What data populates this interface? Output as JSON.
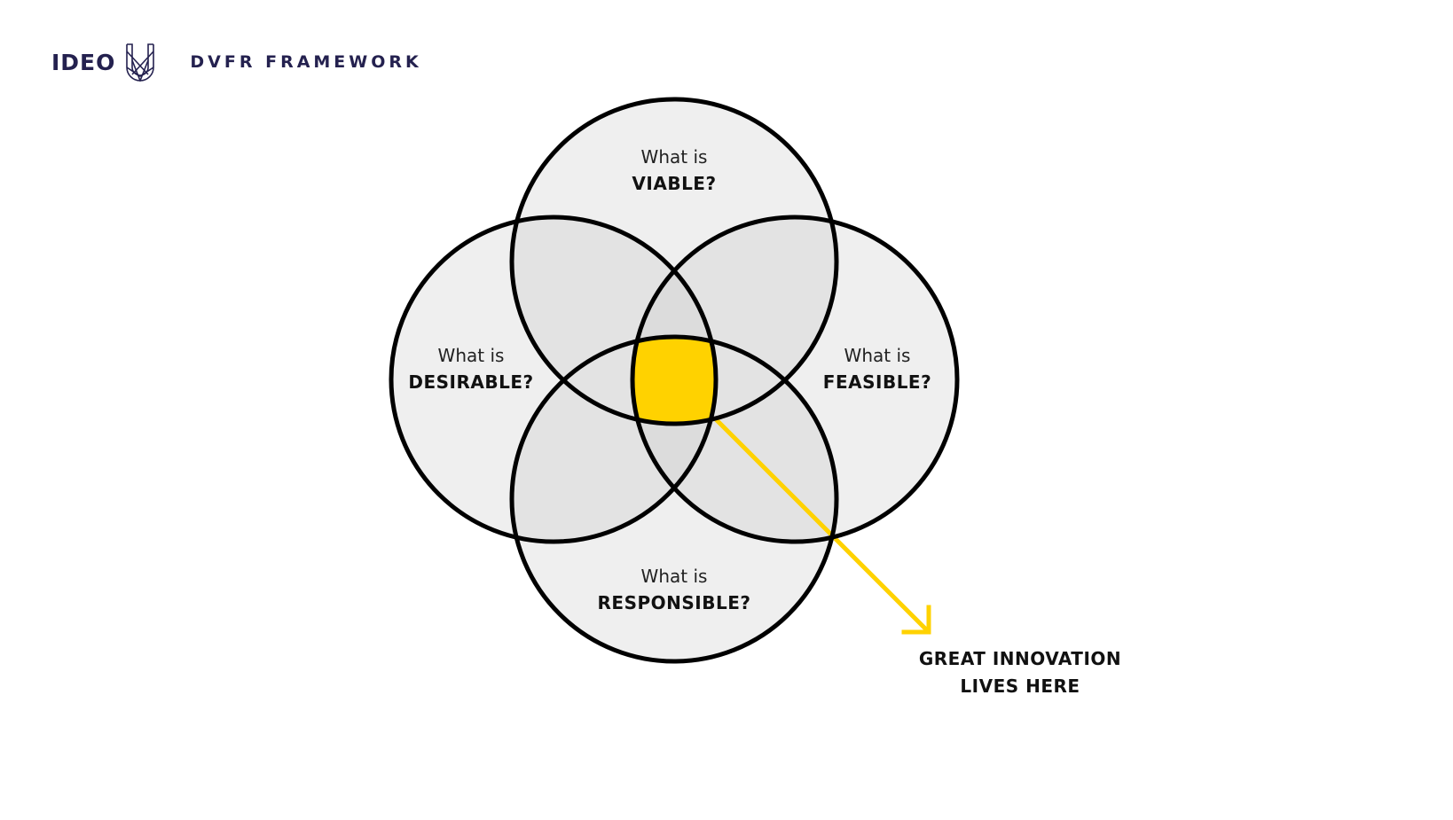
{
  "header": {
    "brand": "IDEO",
    "brand_mark": "u-logo-icon",
    "title": "DVFR FRAMEWORK"
  },
  "colors": {
    "brand": "#24214f",
    "circle_fill": "#efefef",
    "overlap_fill": "#e2e2e2",
    "center_overlap_fill": "#d8d8d8",
    "highlight": "#ffd200",
    "stroke": "#000000"
  },
  "diagram": {
    "circles": [
      {
        "id": "viable",
        "prefix": "What is",
        "keyword": "VIABLE?"
      },
      {
        "id": "desirable",
        "prefix": "What is",
        "keyword": "DESIRABLE?"
      },
      {
        "id": "feasible",
        "prefix": "What is",
        "keyword": "FEASIBLE?"
      },
      {
        "id": "responsible",
        "prefix": "What is",
        "keyword": "RESPONSIBLE?"
      }
    ],
    "callout": {
      "line1": "GREAT INNOVATION",
      "line2": "LIVES HERE"
    }
  }
}
